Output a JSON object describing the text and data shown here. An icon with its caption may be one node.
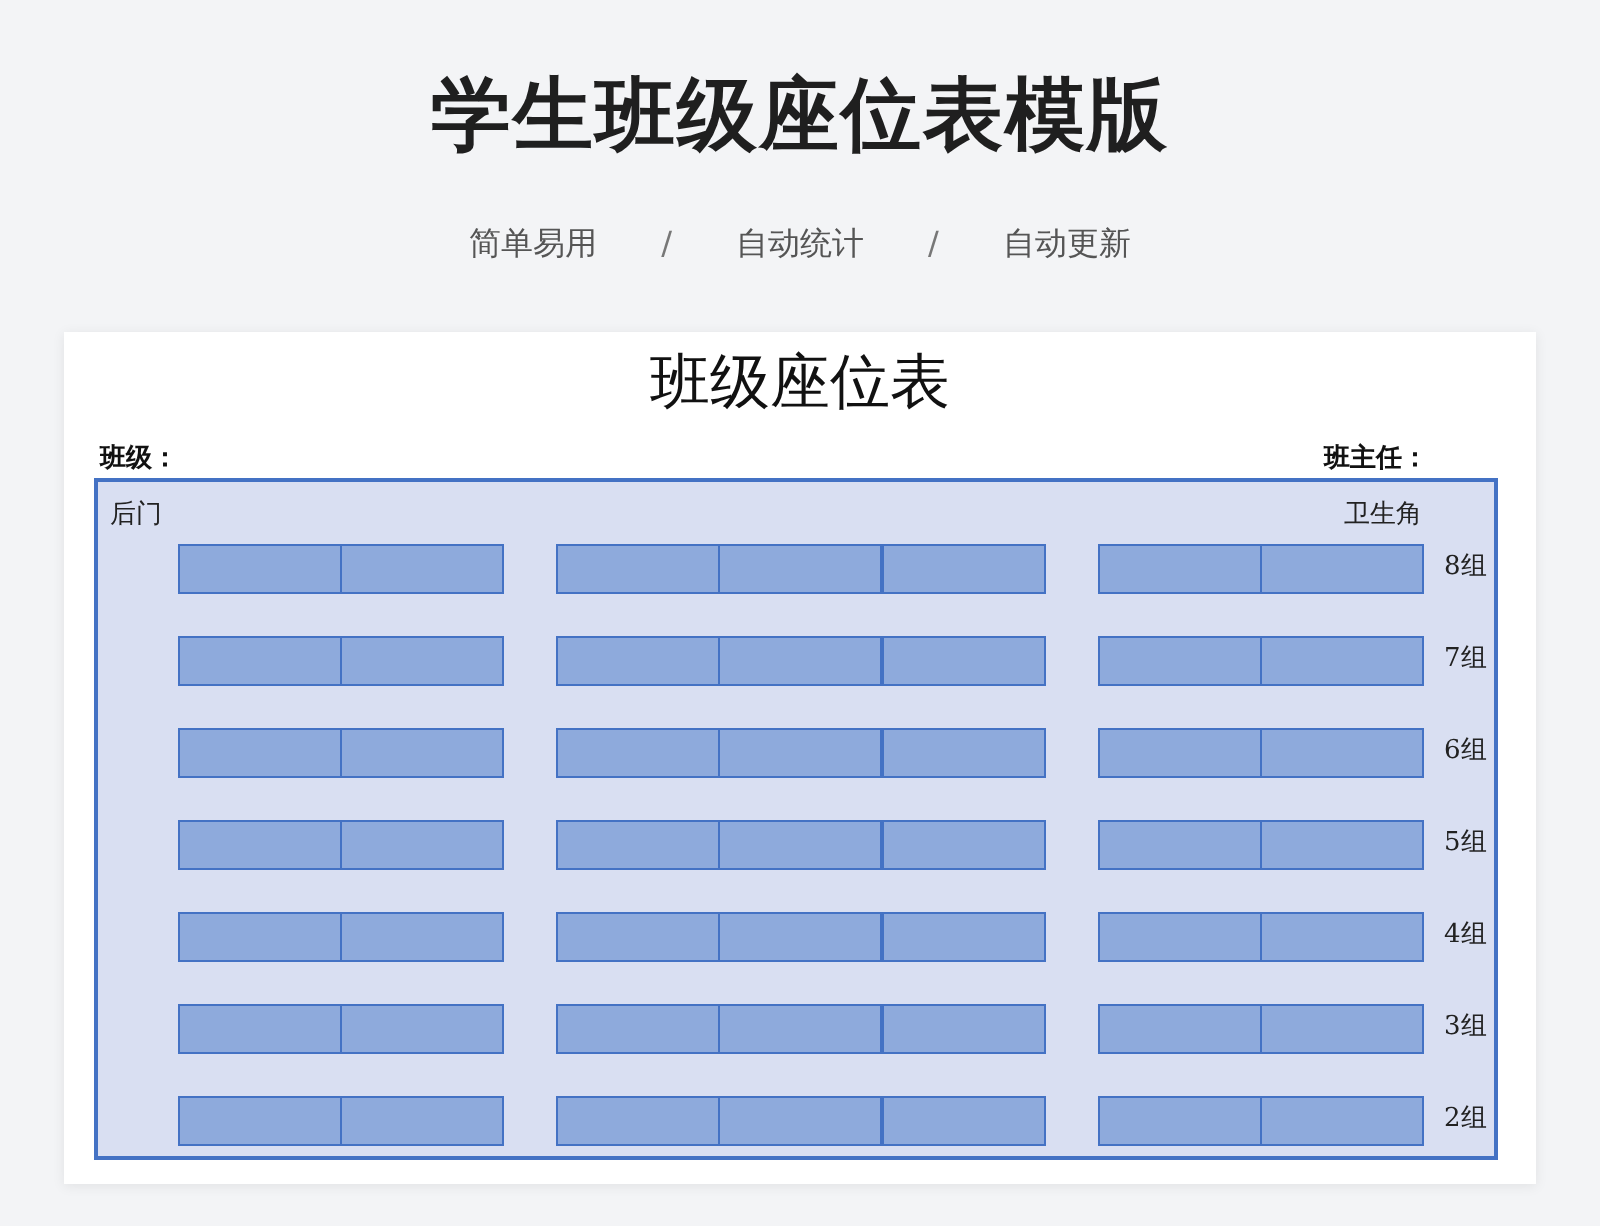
{
  "diagram": {
    "title": "学生班级座位表模版",
    "nodes": [
      {
        "text": [
          "后门",
          "卫生角",
          "8组",
          "7组",
          "6组",
          "5组",
          "4组",
          "3组",
          "2组"
        ]
      },
      {
        "text": [],
        "shape": "box",
        "in": 0
      },
      {
        "text": [],
        "shape": "box",
        "in": 0
      },
      {
        "text": [],
        "shape": "box",
        "in": 0
      },
      {
        "text": [],
        "shape": "box",
        "in": 0
      },
      {
        "text": [],
        "shape": "box",
        "in": 0
      },
      {
        "text": [],
        "shape": "box",
        "in": 0
      },
      {
        "text": [],
        "shape": "box",
        "in": 0
      },
      {
        "text": [],
        "shape": "box",
        "in": 0
      },
      {
        "text": [],
        "shape": "box",
        "in": 0
      },
      {
        "text": [],
        "shape": "box",
        "in": 0
      },
      {
        "text": [],
        "shape": "box",
        "in": 0
      },
      {
        "text": [],
        "shape": "box",
        "in": 0
      },
      {
        "text": [],
        "shape": "box",
        "in": 0
      },
      {
        "text": [],
        "shape": "box",
        "in": 0
      },
      {
        "text": [],
        "shape": "box",
        "in": 0
      },
      {
        "text": [],
        "shape": "box",
        "in": 0
      },
      {
        "text": [],
        "shape": "box",
        "in": 0
      },
      {
        "text": [],
        "shape": "box",
        "in": 0
      },
      {
        "text": [],
        "shape": "box",
        "in": 0
      },
      {
        "text": [],
        "shape": "box",
        "in": 0
      },
      {
        "text": [],
        "shape": "box",
        "in": 0
      },
      {
        "text": [],
        "shape": "box",
        "in": 0
      },
      {
        "text": [],
        "shape": "box",
        "in": 0
      },
      {
        "text": [],
        "shape": "box",
        "in": 0
      },
      {
        "text": [],
        "shape": "box",
        "in": 0
      },
      {
        "text": [],
        "shape": "box",
        "in": 0
      },
      {
        "text": [],
        "shape": "box",
        "in": 0
      },
      {
        "text": [],
        "shape": "box",
        "in": 0
      },
      {
        "text": [],
        "shape": "box",
        "in": 0
      },
      {
        "text": [],
        "shape": "box",
        "in": 0
      },
      {
        "text": [],
        "shape": "box",
        "in": 0
      },
      {
        "text": [],
        "shape": "box",
        "in": 0
      },
      {
        "text": [],
        "shape": "box",
        "in": 0
      },
      {
        "text": [],
        "shape": "box",
        "in": 0
      },
      {
        "text": [],
        "shape": "box",
        "in": 0
      },
      {
        "text": [],
        "shape": "box",
        "in": 0
      },
      {
        "text": [],
        "shape": "box",
        "in": 0
      },
      {
        "text": [],
        "shape": "box",
        "in": 0
      },
      {
        "text": [],
        "shape": "box",
        "in": 0
      },
      {
        "text": [],
        "shape": "box",
        "in": 0
      },
      {
        "text": [],
        "shape": "box",
        "in": 0
      },
      {
        "text": [],
        "shape": "box",
        "in": 0
      },
      {
        "text": [],
        "shape": "box",
        "in": 0
      },
      {
        "text": [],
        "shape": "box",
        "in": 0
      },
      {
        "text": [],
        "shape": "box",
        "in": 0
      },
      {
        "text": [],
        "shape": "box",
        "in": 0
      },
      {
        "text": [],
        "shape": "box",
        "in": 0
      },
      {
        "text": [],
        "shape": "box",
        "in": 0
      },
      {
        "text": [],
        "shape": "box",
        "in": 0
      }
    ],
    "labels": [
      "简单易用",
      "/",
      "自动统计",
      "/",
      "自动更新",
      "班级座位表",
      "班级：",
      "班主任："
    ]
  }
}
